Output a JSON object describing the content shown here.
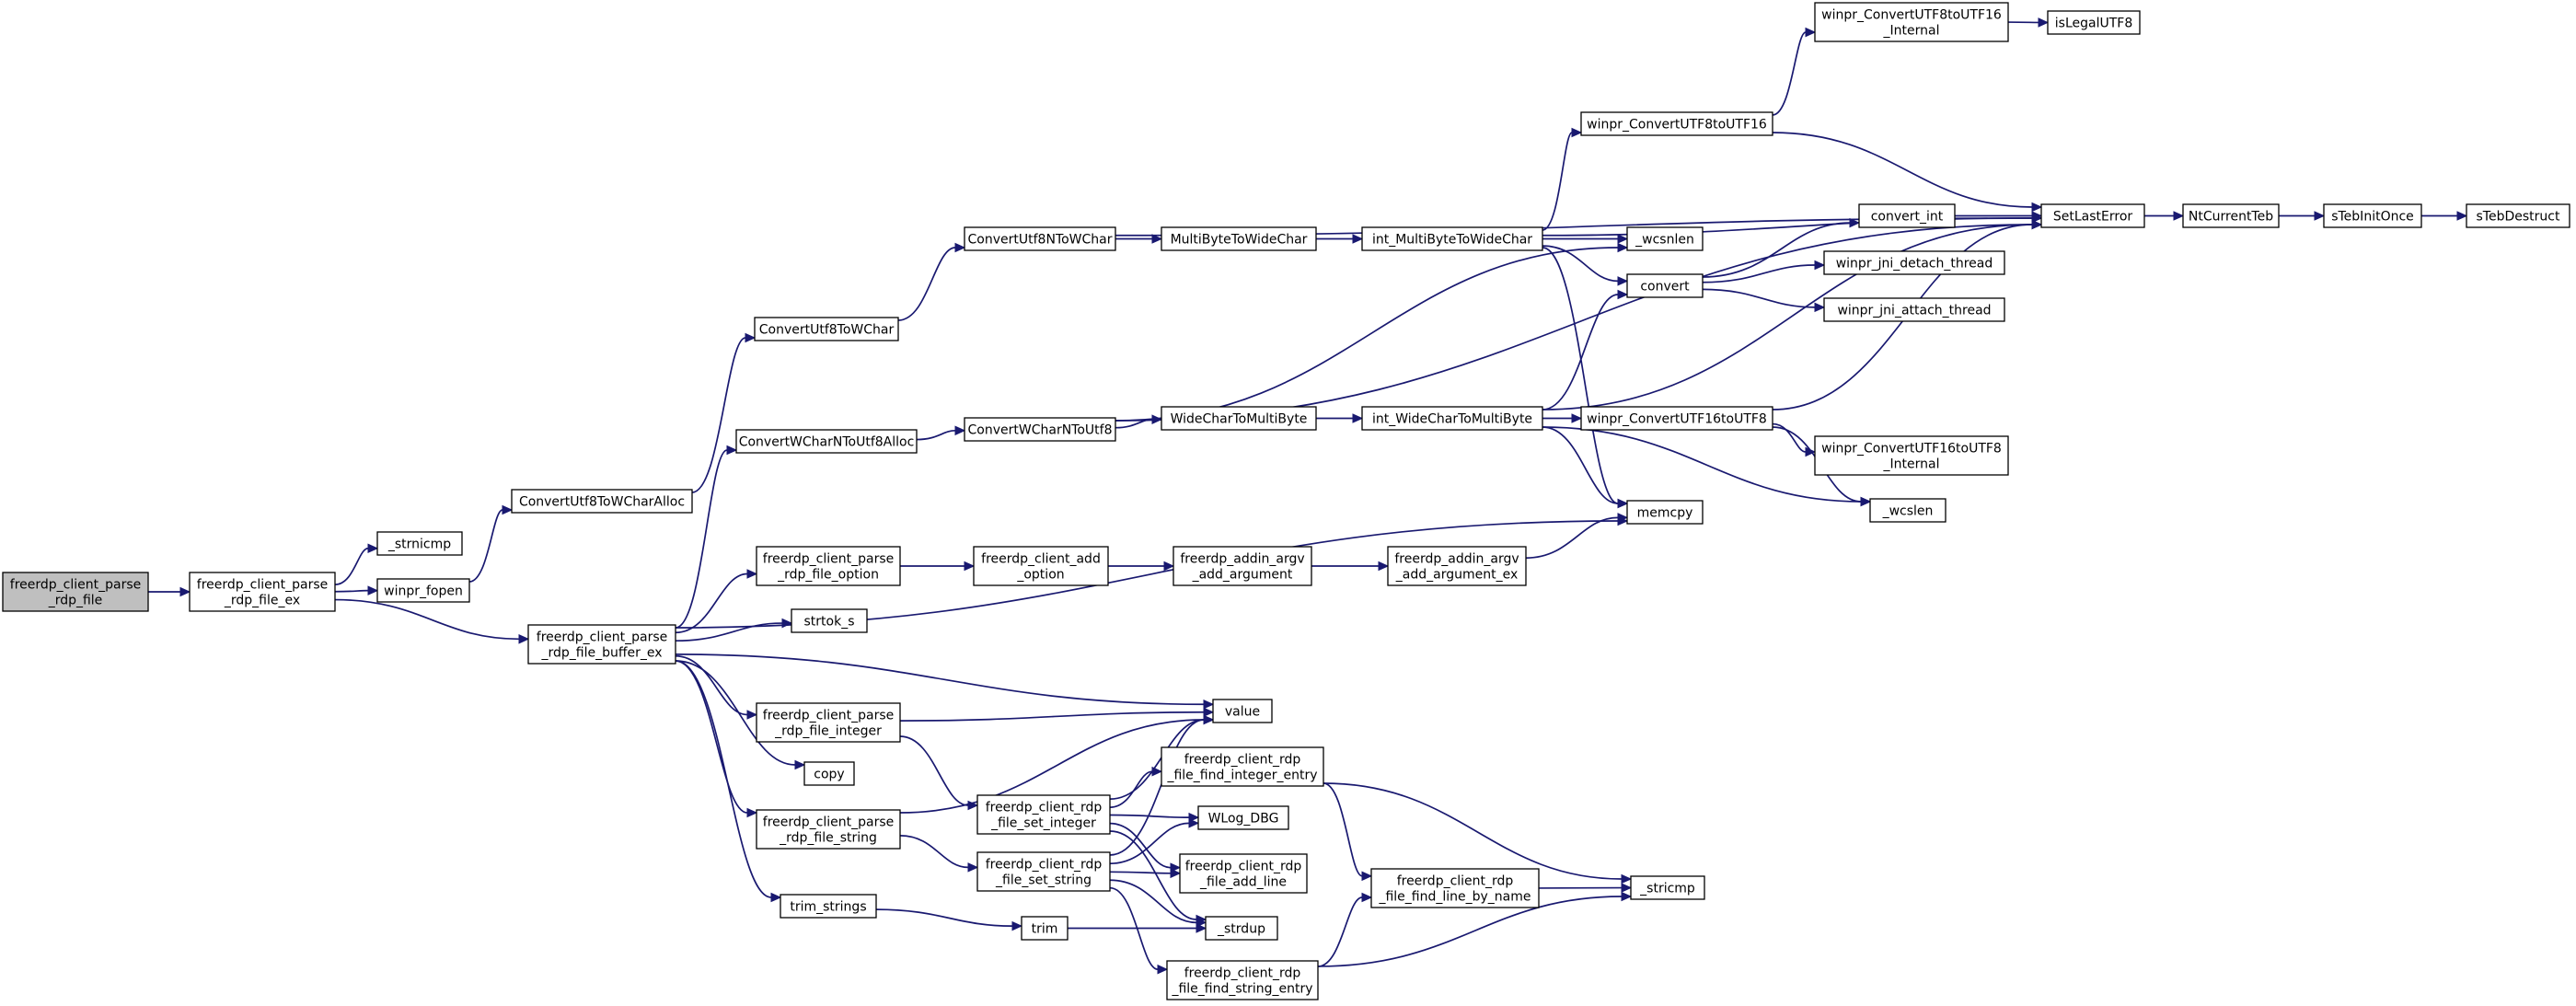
{
  "graph": {
    "nodes": [
      {
        "id": "n_root",
        "lines": [
          "freerdp_client_parse",
          "_rdp_file"
        ],
        "highlight": true
      },
      {
        "id": "n_file_ex",
        "lines": [
          "freerdp_client_parse",
          "_rdp_file_ex"
        ]
      },
      {
        "id": "n_strnicmp",
        "lines": [
          "_strnicmp"
        ]
      },
      {
        "id": "n_fopen",
        "lines": [
          "winpr_fopen"
        ]
      },
      {
        "id": "n_buffer_ex",
        "lines": [
          "freerdp_client_parse",
          "_rdp_file_buffer_ex"
        ]
      },
      {
        "id": "n_u8towcalloc",
        "lines": [
          "ConvertUtf8ToWCharAlloc"
        ]
      },
      {
        "id": "n_u8towc",
        "lines": [
          "ConvertUtf8ToWChar"
        ]
      },
      {
        "id": "n_u8ntowc",
        "lines": [
          "ConvertUtf8NToWChar"
        ]
      },
      {
        "id": "n_mb2wc",
        "lines": [
          "MultiByteToWideChar"
        ]
      },
      {
        "id": "n_int_mb2wc",
        "lines": [
          "int_MultiByteToWideChar"
        ]
      },
      {
        "id": "n_c816",
        "lines": [
          "winpr_ConvertUTF8toUTF16"
        ]
      },
      {
        "id": "n_c816i",
        "lines": [
          "winpr_ConvertUTF8toUTF16",
          "_Internal"
        ]
      },
      {
        "id": "n_islegal",
        "lines": [
          "isLegalUTF8"
        ]
      },
      {
        "id": "n_setlasterror",
        "lines": [
          "SetLastError"
        ]
      },
      {
        "id": "n_ntcurrentteb",
        "lines": [
          "NtCurrentTeb"
        ]
      },
      {
        "id": "n_steb_init",
        "lines": [
          "sTebInitOnce"
        ]
      },
      {
        "id": "n_steb_destruct",
        "lines": [
          "sTebDestruct"
        ]
      },
      {
        "id": "n_wcsnlen",
        "lines": [
          "_wcsnlen"
        ]
      },
      {
        "id": "n_convert_int",
        "lines": [
          "convert_int"
        ]
      },
      {
        "id": "n_convert",
        "lines": [
          "convert"
        ]
      },
      {
        "id": "n_jni_detach",
        "lines": [
          "winpr_jni_detach_thread"
        ]
      },
      {
        "id": "n_jni_attach",
        "lines": [
          "winpr_jni_attach_thread"
        ]
      },
      {
        "id": "n_wcntou8alloc",
        "lines": [
          "ConvertWCharNToUtf8Alloc"
        ]
      },
      {
        "id": "n_wcntou8",
        "lines": [
          "ConvertWCharNToUtf8"
        ]
      },
      {
        "id": "n_wc2mb",
        "lines": [
          "WideCharToMultiByte"
        ]
      },
      {
        "id": "n_int_wc2mb",
        "lines": [
          "int_WideCharToMultiByte"
        ]
      },
      {
        "id": "n_c168",
        "lines": [
          "winpr_ConvertUTF16toUTF8"
        ]
      },
      {
        "id": "n_c168i",
        "lines": [
          "winpr_ConvertUTF16toUTF8",
          "_Internal"
        ]
      },
      {
        "id": "n_wcslen",
        "lines": [
          "_wcslen"
        ]
      },
      {
        "id": "n_memcpy",
        "lines": [
          "memcpy"
        ]
      },
      {
        "id": "n_file_option",
        "lines": [
          "freerdp_client_parse",
          "_rdp_file_option"
        ]
      },
      {
        "id": "n_add_option",
        "lines": [
          "freerdp_client_add",
          "_option"
        ]
      },
      {
        "id": "n_addin_add",
        "lines": [
          "freerdp_addin_argv",
          "_add_argument"
        ]
      },
      {
        "id": "n_addin_add_ex",
        "lines": [
          "freerdp_addin_argv",
          "_add_argument_ex"
        ]
      },
      {
        "id": "n_strtok",
        "lines": [
          "strtok_s"
        ]
      },
      {
        "id": "n_value",
        "lines": [
          "value"
        ]
      },
      {
        "id": "n_file_integer",
        "lines": [
          "freerdp_client_parse",
          "_rdp_file_integer"
        ]
      },
      {
        "id": "n_copy",
        "lines": [
          "copy"
        ]
      },
      {
        "id": "n_file_string",
        "lines": [
          "freerdp_client_parse",
          "_rdp_file_string"
        ]
      },
      {
        "id": "n_trim_strings",
        "lines": [
          "trim_strings"
        ]
      },
      {
        "id": "n_set_integer",
        "lines": [
          "freerdp_client_rdp",
          "_file_set_integer"
        ]
      },
      {
        "id": "n_set_string",
        "lines": [
          "freerdp_client_rdp",
          "_file_set_string"
        ]
      },
      {
        "id": "n_trim",
        "lines": [
          "trim"
        ]
      },
      {
        "id": "n_find_int_entry",
        "lines": [
          "freerdp_client_rdp",
          "_file_find_integer_entry"
        ]
      },
      {
        "id": "n_wlog_dbg",
        "lines": [
          "WLog_DBG"
        ]
      },
      {
        "id": "n_add_line",
        "lines": [
          "freerdp_client_rdp",
          "_file_add_line"
        ]
      },
      {
        "id": "n_strdup",
        "lines": [
          "_strdup"
        ]
      },
      {
        "id": "n_find_str_entry",
        "lines": [
          "freerdp_client_rdp",
          "_file_find_string_entry"
        ]
      },
      {
        "id": "n_find_line",
        "lines": [
          "freerdp_client_rdp",
          "_file_find_line_by_name"
        ]
      },
      {
        "id": "n_stricmp",
        "lines": [
          "_stricmp"
        ]
      }
    ],
    "edges": [
      [
        "n_root",
        "n_file_ex"
      ],
      [
        "n_file_ex",
        "n_strnicmp"
      ],
      [
        "n_file_ex",
        "n_fopen"
      ],
      [
        "n_file_ex",
        "n_buffer_ex"
      ],
      [
        "n_fopen",
        "n_u8towcalloc"
      ],
      [
        "n_u8towcalloc",
        "n_u8towc"
      ],
      [
        "n_u8towc",
        "n_u8ntowc"
      ],
      [
        "n_u8ntowc",
        "n_mb2wc"
      ],
      [
        "n_u8ntowc",
        "n_setlasterror"
      ],
      [
        "n_mb2wc",
        "n_int_mb2wc"
      ],
      [
        "n_int_mb2wc",
        "n_c816"
      ],
      [
        "n_int_mb2wc",
        "n_setlasterror"
      ],
      [
        "n_int_mb2wc",
        "n_wcsnlen"
      ],
      [
        "n_int_mb2wc",
        "n_convert"
      ],
      [
        "n_int_mb2wc",
        "n_memcpy"
      ],
      [
        "n_c816",
        "n_c816i"
      ],
      [
        "n_c816",
        "n_setlasterror"
      ],
      [
        "n_c816i",
        "n_islegal"
      ],
      [
        "n_setlasterror",
        "n_ntcurrentteb"
      ],
      [
        "n_ntcurrentteb",
        "n_steb_init"
      ],
      [
        "n_steb_init",
        "n_steb_destruct"
      ],
      [
        "n_convert",
        "n_convert_int"
      ],
      [
        "n_convert",
        "n_jni_detach"
      ],
      [
        "n_convert",
        "n_jni_attach"
      ],
      [
        "n_convert_int",
        "n_setlasterror"
      ],
      [
        "n_buffer_ex",
        "n_wcntou8alloc"
      ],
      [
        "n_buffer_ex",
        "n_memcpy"
      ],
      [
        "n_buffer_ex",
        "n_file_option"
      ],
      [
        "n_buffer_ex",
        "n_strtok"
      ],
      [
        "n_buffer_ex",
        "n_value"
      ],
      [
        "n_buffer_ex",
        "n_file_integer"
      ],
      [
        "n_buffer_ex",
        "n_copy"
      ],
      [
        "n_buffer_ex",
        "n_file_string"
      ],
      [
        "n_buffer_ex",
        "n_trim_strings"
      ],
      [
        "n_wcntou8alloc",
        "n_wcntou8"
      ],
      [
        "n_wcntou8",
        "n_wcsnlen"
      ],
      [
        "n_wcntou8",
        "n_wc2mb"
      ],
      [
        "n_wcntou8",
        "n_setlasterror"
      ],
      [
        "n_wc2mb",
        "n_int_wc2mb"
      ],
      [
        "n_int_wc2mb",
        "n_c168"
      ],
      [
        "n_int_wc2mb",
        "n_convert"
      ],
      [
        "n_int_wc2mb",
        "n_setlasterror"
      ],
      [
        "n_int_wc2mb",
        "n_memcpy"
      ],
      [
        "n_int_wc2mb",
        "n_wcslen"
      ],
      [
        "n_c168",
        "n_c168i"
      ],
      [
        "n_c168",
        "n_setlasterror"
      ],
      [
        "n_c168",
        "n_wcslen"
      ],
      [
        "n_file_option",
        "n_add_option"
      ],
      [
        "n_add_option",
        "n_addin_add"
      ],
      [
        "n_addin_add",
        "n_addin_add_ex"
      ],
      [
        "n_addin_add_ex",
        "n_memcpy"
      ],
      [
        "n_file_integer",
        "n_value"
      ],
      [
        "n_file_integer",
        "n_set_integer"
      ],
      [
        "n_file_string",
        "n_value"
      ],
      [
        "n_file_string",
        "n_set_string"
      ],
      [
        "n_trim_strings",
        "n_trim"
      ],
      [
        "n_trim",
        "n_strdup"
      ],
      [
        "n_set_integer",
        "n_value"
      ],
      [
        "n_set_integer",
        "n_find_int_entry"
      ],
      [
        "n_set_integer",
        "n_wlog_dbg"
      ],
      [
        "n_set_integer",
        "n_add_line"
      ],
      [
        "n_set_integer",
        "n_strdup"
      ],
      [
        "n_set_string",
        "n_value"
      ],
      [
        "n_set_string",
        "n_wlog_dbg"
      ],
      [
        "n_set_string",
        "n_add_line"
      ],
      [
        "n_set_string",
        "n_strdup"
      ],
      [
        "n_set_string",
        "n_find_str_entry"
      ],
      [
        "n_find_int_entry",
        "n_find_line"
      ],
      [
        "n_find_int_entry",
        "n_stricmp"
      ],
      [
        "n_find_str_entry",
        "n_find_line"
      ],
      [
        "n_find_str_entry",
        "n_stricmp"
      ],
      [
        "n_find_line",
        "n_stricmp"
      ]
    ]
  }
}
